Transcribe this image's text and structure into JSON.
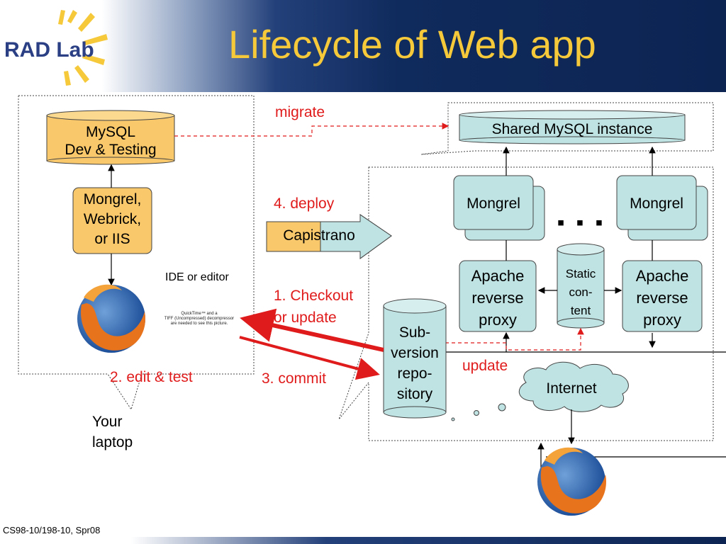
{
  "header": {
    "title": "Lifecycle of Web app",
    "logo_text": "RAD Lab"
  },
  "footer": {
    "text": "CS98-10/198-10, Spr08"
  },
  "laptop": {
    "db_label": "MySQL\nDev & Testing",
    "server_label": "Mongrel,\nWebrick,\nor IIS",
    "ide_label": "IDE or editor",
    "quicktime_text": "QuickTime™ and a\nTIFF (Uncompressed) decompressor\nare needed to see this picture.",
    "caption": "Your\nlaptop",
    "edit_test": "2. edit & test"
  },
  "steps": {
    "migrate": "migrate",
    "deploy": "4. deploy",
    "checkout": "1. Checkout\nor update",
    "commit": "3. commit",
    "update": "update"
  },
  "nodes": {
    "capistrano": "Capistrano",
    "shared_db": "Shared MySQL instance",
    "mongrel_left": "Mongrel",
    "mongrel_right": "Mongrel",
    "ellipsis": "▪ ▪ ▪",
    "apache_left": "Apache\nreverse\nproxy",
    "apache_right": "Apache\nreverse\nproxy",
    "static_content": "Static\ncon-\ntent",
    "subversion": "Sub-\nversion\nrepo-\nsitory",
    "internet": "Internet"
  },
  "colors": {
    "accent_title": "#f5c93a",
    "header_navy": "#0c2452",
    "laptop_box_fill": "#f9c86a",
    "server_box_fill": "#bfe3e3",
    "step_text": "#e01b1b"
  }
}
